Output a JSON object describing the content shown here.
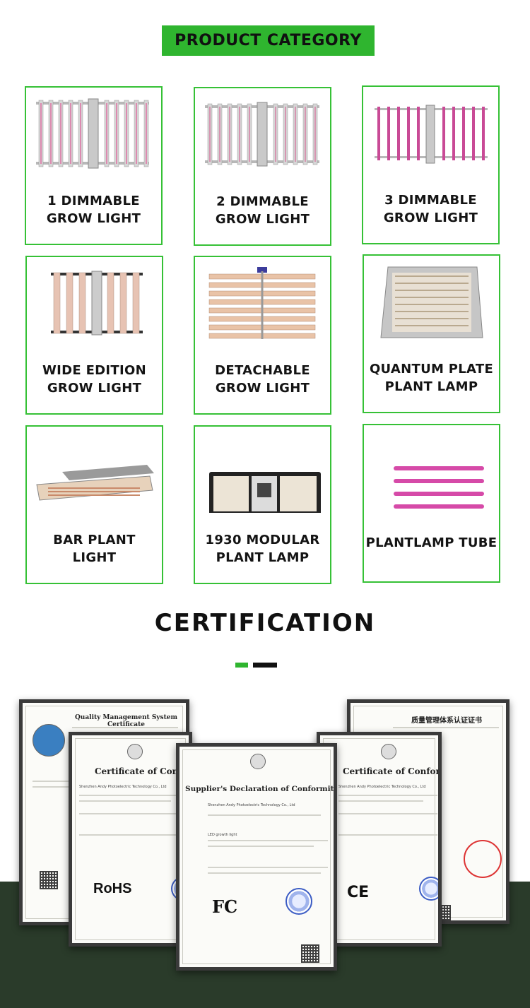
{
  "header": {
    "title": "PRODUCT CATEGORY"
  },
  "products": [
    {
      "line1": "1 DIMMABLE",
      "line2": "GROW LIGHT"
    },
    {
      "line1": "2 DIMMABLE",
      "line2": "GROW LIGHT"
    },
    {
      "line1": "3 DIMMABLE",
      "line2": "GROW LIGHT"
    },
    {
      "line1": "WIDE EDITION",
      "line2": "GROW LIGHT"
    },
    {
      "line1": "DETACHABLE",
      "line2": "GROW LIGHT"
    },
    {
      "line1": "QUANTUM PLATE",
      "line2": "PLANT LAMP"
    },
    {
      "line1": "BAR PLANT",
      "line2": "LIGHT"
    },
    {
      "line1": "1930 MODULAR",
      "line2": "PLANT LAMP"
    },
    {
      "line1": "PLANTLAMP TUBE",
      "line2": ""
    }
  ],
  "certification": {
    "title": "CERTIFICATION",
    "documents": {
      "qms_title": "Quality Management System Certificate",
      "coc_left_title": "Certificate of Conformity",
      "sdoc_title": "Supplier's Declaration of Conformity",
      "coc_right_title": "Certificate of Conformity",
      "qms_cn_title": "质量管理体系认证证书",
      "rohs_mark": "RoHS",
      "fcc_mark": "FC",
      "ce_mark": "CE",
      "applicant_company": "Shenzhen Andy Photoelectric Technology Co., Ltd",
      "product_name": "LED growth light"
    }
  },
  "colors": {
    "accent_green": "#2fb52f",
    "border_green": "#36c136",
    "dark_ground": "#2a3b2a"
  }
}
